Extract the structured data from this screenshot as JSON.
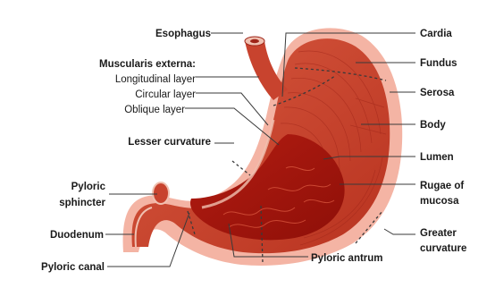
{
  "labels": {
    "esophagus": "Esophagus",
    "muscularis_externa": "Muscularis externa:",
    "longitudinal_layer": "Longitudinal layer",
    "circular_layer": "Circular layer",
    "oblique_layer": "Oblique layer",
    "lesser_curvature": "Lesser curvature",
    "pyloric_sphincter_line1": "Pyloric",
    "pyloric_sphincter_line2": "sphincter",
    "duodenum": "Duodenum",
    "pyloric_canal": "Pyloric canal",
    "cardia": "Cardia",
    "fundus": "Fundus",
    "serosa": "Serosa",
    "body": "Body",
    "lumen": "Lumen",
    "rugae_line1": "Rugae of",
    "rugae_line2": "mucosa",
    "greater_curvature_line1": "Greater",
    "greater_curvature_line2": "curvature",
    "pyloric_antrum": "Pyloric antrum"
  },
  "colors": {
    "serosa": "#f4b4a4",
    "muscle": "#c8432e",
    "muscle_dark": "#9e2418",
    "lumen": "#a5160e",
    "esophagus_inner": "#f0c0b0"
  }
}
